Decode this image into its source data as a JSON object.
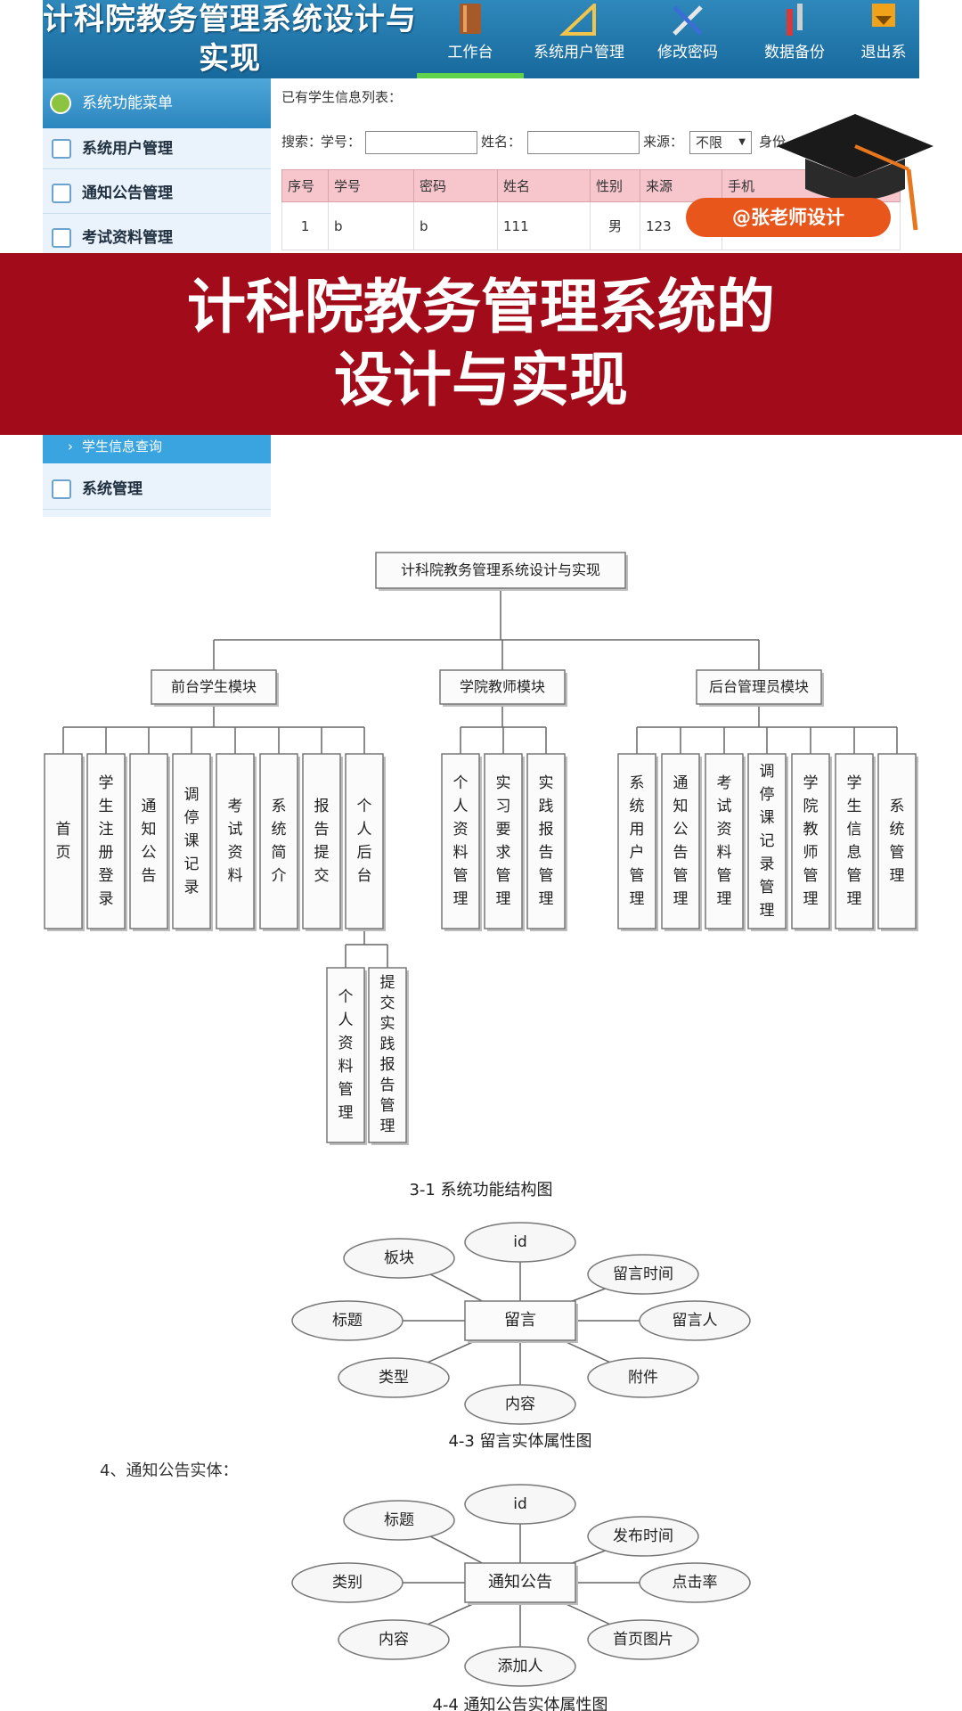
{
  "app_title": "计科院教务管理系统设计与实现",
  "nav": [
    {
      "label": "工作台",
      "icon": "book-icon"
    },
    {
      "label": "系统用户管理",
      "icon": "triangle-ruler-icon"
    },
    {
      "label": "修改密码",
      "icon": "tools-icon"
    },
    {
      "label": "数据备份",
      "icon": "wrench-icon"
    },
    {
      "label": "退出系",
      "icon": "exit-icon"
    }
  ],
  "sidebar": {
    "header": "系统功能菜单",
    "items": [
      "系统用户管理",
      "通知公告管理",
      "考试资料管理"
    ],
    "sub_item": "学生信息查询",
    "bottom_item": "系统管理"
  },
  "content": {
    "caption": "已有学生信息列表：",
    "search": {
      "label": "搜索：",
      "id_label": "学号：",
      "name_label": "姓名：",
      "source_label": "来源：",
      "source_value": "不限",
      "id_card_label": "身份"
    },
    "table": {
      "headers": [
        "序号",
        "学号",
        "密码",
        "姓名",
        "性别",
        "来源",
        "手机"
      ],
      "rows": [
        [
          "1",
          "b",
          "b",
          "111",
          "男",
          "123",
          ""
        ]
      ]
    }
  },
  "banner": {
    "line1": "计科院教务管理系统的",
    "line2": "设计与实现"
  },
  "badge": "@张老师设计",
  "structure": {
    "root": "计科院教务管理系统设计与实现",
    "modules": [
      {
        "name": "前台学生模块",
        "children": [
          "首页",
          "学生注册登录",
          "通知公告",
          "调停课记录",
          "考试资料",
          "系统简介",
          "报告提交",
          "个人后台"
        ]
      },
      {
        "name": "学院教师模块",
        "children": [
          "个人资料管理",
          "实习要求管理",
          "实践报告管理"
        ]
      },
      {
        "name": "后台管理员模块",
        "children": [
          "系统用户管理",
          "通知公告管理",
          "考试资料管理",
          "调停课记录管理",
          "学院教师管理",
          "学生信息管理",
          "系统管理"
        ]
      }
    ],
    "backend_children": [
      "个人资料管理",
      "提交实践报告管理"
    ],
    "caption": "3-1  系统功能结构图"
  },
  "er_message": {
    "center": "留言",
    "attrs": [
      "id",
      "留言时间",
      "留言人",
      "附件",
      "内容",
      "类型",
      "标题",
      "板块"
    ],
    "caption": "4-3 留言实体属性图"
  },
  "section_heading": "4、通知公告实体：",
  "er_notice": {
    "center": "通知公告",
    "attrs": [
      "id",
      "发布时间",
      "点击率",
      "首页图片",
      "添加人",
      "内容",
      "类别",
      "标题"
    ],
    "caption": "4-4 通知公告实体属性图"
  }
}
